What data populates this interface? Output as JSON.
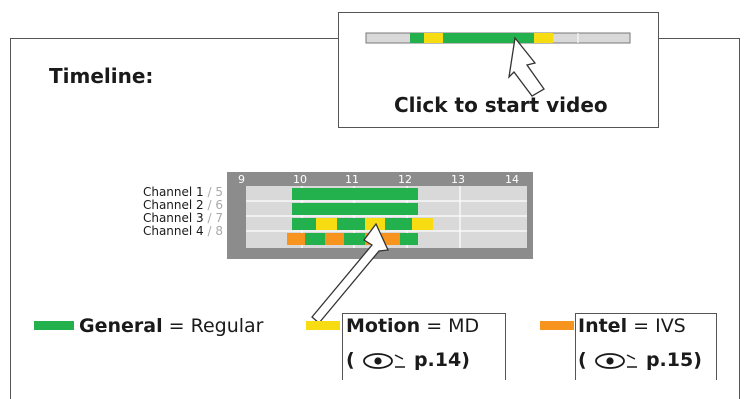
{
  "title": "Timeline:",
  "callout_text": "Click to start video",
  "hours": [
    "9",
    "10",
    "11",
    "12",
    "13",
    "14"
  ],
  "channels": [
    {
      "name": "Channel 1",
      "alt": "/ 5"
    },
    {
      "name": "Channel 2",
      "alt": "/ 6"
    },
    {
      "name": "Channel 3",
      "alt": "/ 7"
    },
    {
      "name": "Channel 4",
      "alt": "/ 8"
    }
  ],
  "colors": {
    "general": "#22b14c",
    "motion": "#f7dc11",
    "intel": "#f7941d",
    "track": "#d9d9d9",
    "panel": "#8c8c8c"
  },
  "legend": {
    "general": {
      "name": "General",
      "rest": "= Regular"
    },
    "motion": {
      "name": "Motion",
      "rest": "= MD",
      "ref_open": "(",
      "ref_page": "p.14)"
    },
    "intel": {
      "name": "Intel",
      "rest": "= IVS",
      "ref_open": "(",
      "ref_page": "p.15)"
    }
  },
  "icons": {
    "eye": "eye-icon"
  }
}
